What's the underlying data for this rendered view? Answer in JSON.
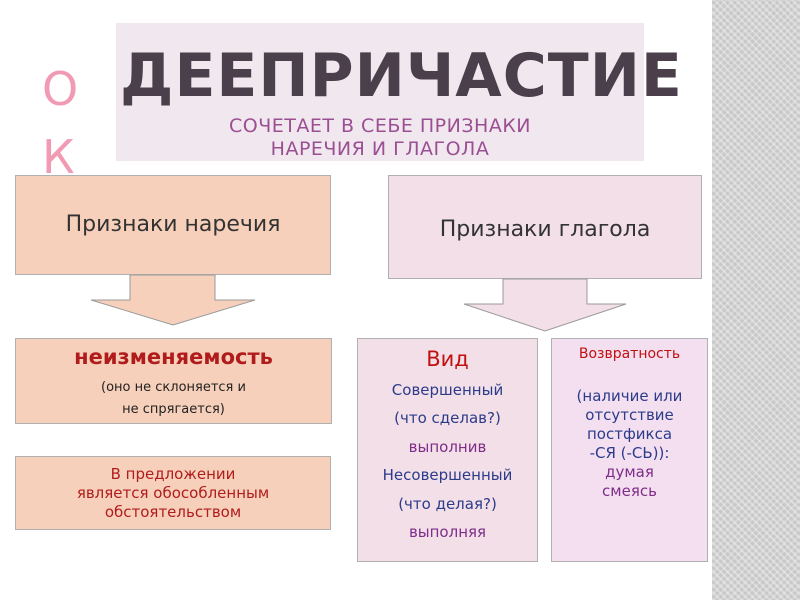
{
  "slide": {
    "title": "ДЕЕПРИЧАСТИЕ",
    "subtitle_line1": "СОЧЕТАЕТ В СЕБЕ ПРИЗНАКИ",
    "subtitle_line2": "НАРЕЧИЯ И ГЛАГОЛА",
    "side_letter_1": "О",
    "side_letter_2": "К"
  },
  "adverb": {
    "heading": "Признаки наречия",
    "feature_title": "неизменяемость",
    "feature_note_1": "(оно не склоняется и",
    "feature_note_2": "не спрягается)",
    "sentence_1": "В предложении",
    "sentence_2": "является обособленным",
    "sentence_3": "обстоятельством"
  },
  "verb": {
    "heading": "Признаки глагола",
    "aspect": {
      "title": "Вид",
      "perfective": "Совершенный",
      "perfective_q": "(что сделав?)",
      "perfective_ex": "выполнив",
      "imperfective": "Несовершенный",
      "imperfective_q": "(что делая?)",
      "imperfective_ex": "выполняя"
    },
    "reflexive": {
      "title": "Возвратность",
      "text_1": "(наличие или",
      "text_2": "отсутствие",
      "text_3": "постфикса",
      "text_4": "-СЯ (-СЬ)):",
      "example_1": "думая",
      "example_2": "смеясь"
    }
  },
  "colors": {
    "peach": "#f7d0bb",
    "pink": "#f2dfe7",
    "title_bg": "#f1e7ee",
    "red": "#b01c1c",
    "blue": "#2b3b8a",
    "purple": "#7e2d88",
    "side_letters": "#f19ab4"
  }
}
